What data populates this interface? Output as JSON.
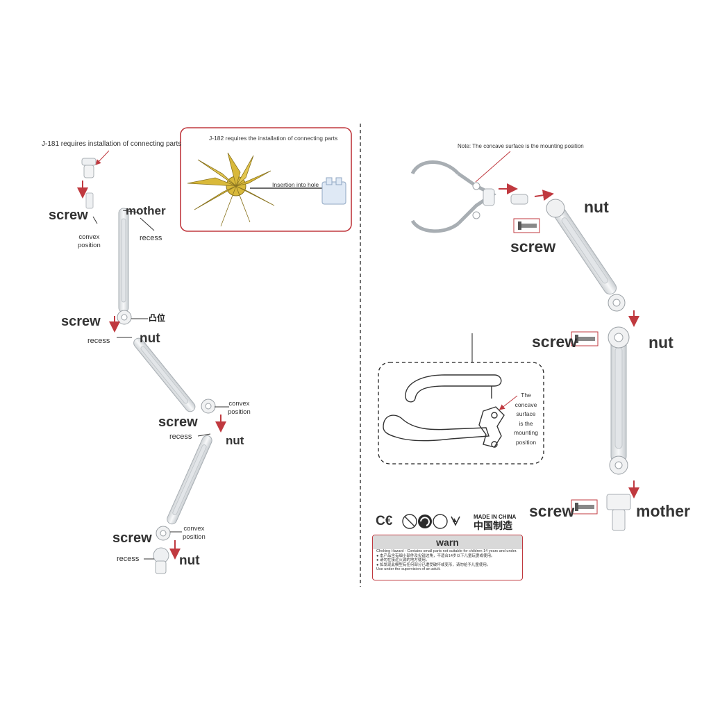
{
  "left": {
    "title": "J-181 requires installation of connecting parts",
    "inset_title": "J-182 requires the installation of connecting parts",
    "inset_callout": "Insertion into hole",
    "labels": {
      "screw_1": "screw",
      "mother": "mother",
      "convex_1": "convex\nposition",
      "recess_1": "recess",
      "screw_2": "screw",
      "convex_cn": "凸位",
      "recess_2": "recess",
      "nut_1": "nut",
      "convex_2": "convex\nposition",
      "screw_3": "screw",
      "recess_3": "recess",
      "nut_2": "nut",
      "screw_4": "screw",
      "convex_3": "convex\nposition",
      "recess_4": "recess",
      "nut_3": "nut"
    }
  },
  "right": {
    "note": "Note: The concave surface is the mounting position",
    "labels": {
      "nut_1": "nut",
      "screw_1": "screw",
      "screw_2": "screw",
      "nut_2": "nut",
      "screw_3": "screw",
      "mother": "mother"
    },
    "detail_callout": "The\nconcave\nsurface\nis the\nmounting\nposition",
    "certs": [
      "C€",
      "CE"
    ],
    "made_in_en": "MADE IN CHINA",
    "made_in_cn": "中国制造",
    "warn": {
      "title": "warn",
      "lines": [
        "Choking Hazard - Contains small parts not suitable for children 14 years and under.",
        "● 本产品含有细小部件及尖锐边角，不适合14岁以下儿童玩耍或使用。",
        "● 请勿在接近火源的地方使用。",
        "● 如发现此模型有任何部分已遭受破坏或变形，请勿给予儿童使用。",
        "Use under the supervision of an adult."
      ]
    }
  },
  "colors": {
    "accent_red": "#b3262b",
    "part_gold": "#d9b93a"
  }
}
